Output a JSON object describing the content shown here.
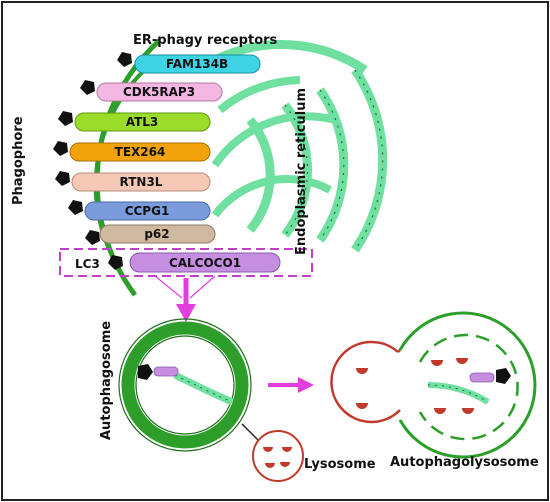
{
  "header": {
    "title": "ER-phagy receptors"
  },
  "receptors": [
    {
      "label": "FAM134B",
      "color": "#3fd3e6"
    },
    {
      "label": "CDK5RAP3",
      "color": "#f4b6e3"
    },
    {
      "label": "ATL3",
      "color": "#9bdc2a"
    },
    {
      "label": "TEX264",
      "color": "#f2a30c"
    },
    {
      "label": "RTN3L",
      "color": "#f6c8b6"
    },
    {
      "label": "CCPG1",
      "color": "#7a9bdc"
    },
    {
      "label": "p62",
      "color": "#cfb9a0"
    },
    {
      "label": "CALCOCO1",
      "color": "#c58ee0"
    }
  ],
  "labels": {
    "phagophore": "Phagophore",
    "er": "Endoplasmic reticulum",
    "lc3": "LC3",
    "autophagosome": "Autophagosome",
    "lysosome": "Lysosome",
    "autophagolysosome": "Autophagolysosome"
  },
  "colors": {
    "membrane_green": "#2e9e2a",
    "er_green": "#6fe0a0",
    "arrow_magenta": "#e23ee0",
    "lysosome_red": "#c0392b"
  }
}
